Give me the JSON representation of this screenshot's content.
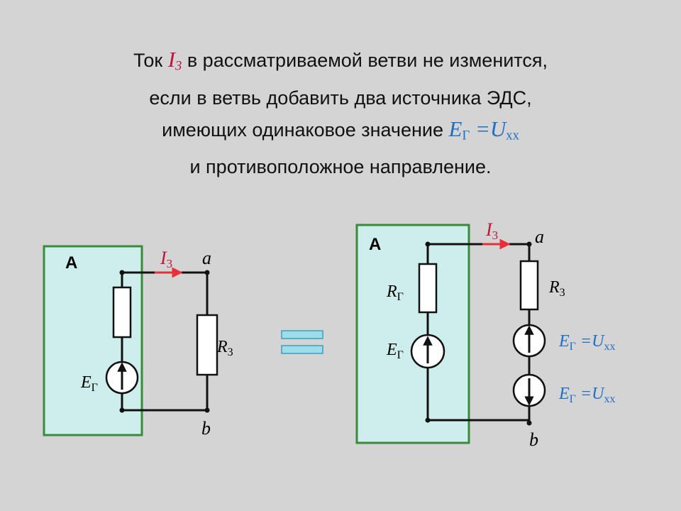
{
  "heading": {
    "line1_a": "Ток ",
    "line1_sym": "I",
    "line1_sub": "3",
    "line1_b": " в рассматриваемой ветви не изменится,",
    "line2": "если в ветвь добавить два источника ЭДС,",
    "line3_a": "имеющих одинаковое значение ",
    "line3_E": "E",
    "line3_E_sub": "Г",
    "line3_eq": " =U",
    "line3_sub": "хх",
    "line4": "и противоположное направление."
  },
  "left_circuit": {
    "box_label": "A",
    "current_label": "I",
    "current_sub": "3",
    "node_top": "a",
    "node_bottom": "b",
    "resistor_label": "R",
    "resistor_sub": "3",
    "source_label": "E",
    "source_sub": "Г"
  },
  "right_circuit": {
    "box_label": "A",
    "current_label": "I",
    "current_sub": "3",
    "node_top": "a",
    "node_bottom": "b",
    "internal_r_label": "R",
    "internal_r_sub": "Г",
    "internal_e_label": "E",
    "internal_e_sub": "Г",
    "load_r_label": "R",
    "load_r_sub": "3",
    "src1_E": "E",
    "src1_E_sub": "Г",
    "src1_eq": " =U",
    "src1_sub": "хх",
    "src2_E": "E",
    "src2_E_sub": "Г",
    "src2_eq": " =U",
    "src2_sub": "хх"
  },
  "colors": {
    "background": "#d4d4d4",
    "box_fill": "#cdeeed",
    "box_border": "#3a8a3a",
    "current_red": "#c0143c",
    "arrow_red": "#e8303c",
    "label_blue": "#1f6fc4",
    "equals_fill": "#9edcea",
    "equals_border": "#3a9fc0",
    "wire": "#111111"
  }
}
